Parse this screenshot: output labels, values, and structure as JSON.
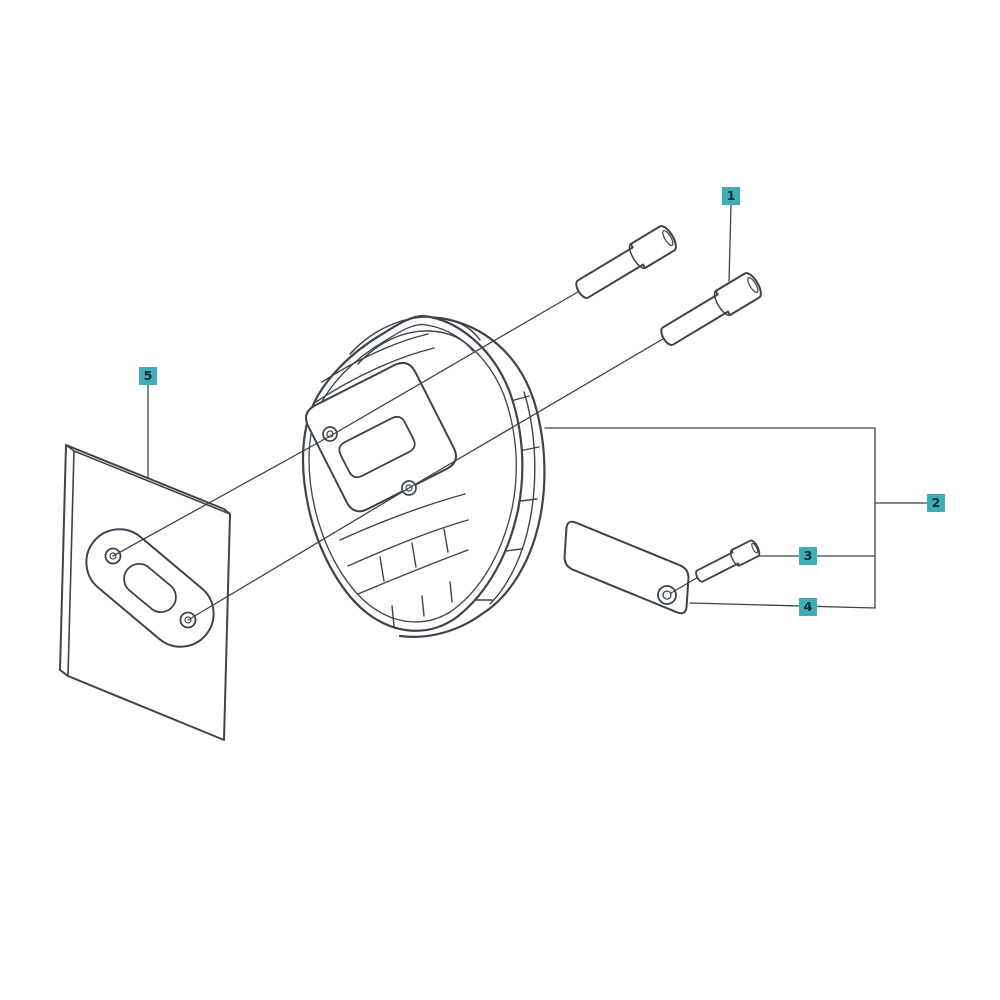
{
  "diagram": {
    "type": "exploded-parts-diagram",
    "background_color": "#ffffff",
    "line_color": "#3d444b",
    "callout_style": {
      "background_color": "#3fadb8",
      "text_color": "#0e2b36"
    },
    "callouts": [
      {
        "number": "1",
        "part": "mounting-bolt"
      },
      {
        "number": "2",
        "part": "muffler-assembly"
      },
      {
        "number": "3",
        "part": "deflector-screw"
      },
      {
        "number": "4",
        "part": "deflector-plate"
      },
      {
        "number": "5",
        "part": "exhaust-gasket"
      }
    ]
  }
}
